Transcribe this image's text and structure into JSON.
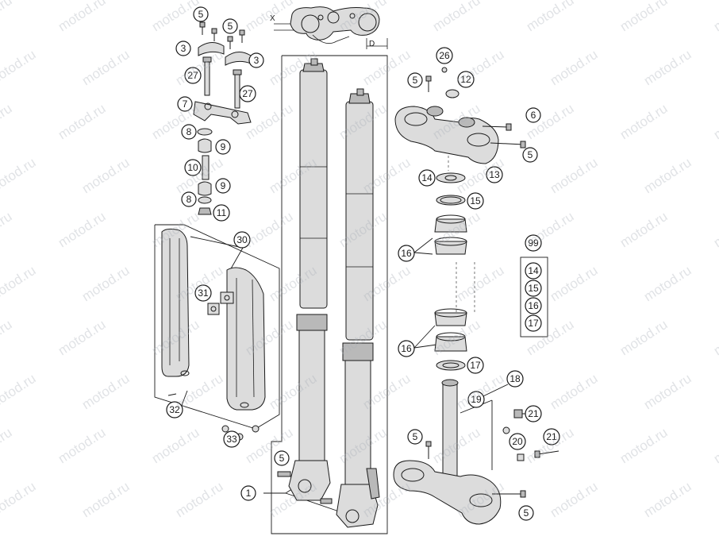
{
  "watermark": "motod.ru",
  "dimension_labels": {
    "x": "X",
    "d": "D"
  },
  "callouts": [
    {
      "id": "c5a",
      "label": "5"
    },
    {
      "id": "c5b",
      "label": "5"
    },
    {
      "id": "c3a",
      "label": "3"
    },
    {
      "id": "c3b",
      "label": "3"
    },
    {
      "id": "c27a",
      "label": "27"
    },
    {
      "id": "c27b",
      "label": "27"
    },
    {
      "id": "c7",
      "label": "7"
    },
    {
      "id": "c8a",
      "label": "8"
    },
    {
      "id": "c9a",
      "label": "9"
    },
    {
      "id": "c10",
      "label": "10"
    },
    {
      "id": "c8b",
      "label": "8"
    },
    {
      "id": "c9b",
      "label": "9"
    },
    {
      "id": "c11",
      "label": "11"
    },
    {
      "id": "c30",
      "label": "30"
    },
    {
      "id": "c31",
      "label": "31"
    },
    {
      "id": "c32",
      "label": "32"
    },
    {
      "id": "c33",
      "label": "33"
    },
    {
      "id": "c1",
      "label": "1"
    },
    {
      "id": "c5c",
      "label": "5"
    },
    {
      "id": "c26",
      "label": "26"
    },
    {
      "id": "c5d",
      "label": "5"
    },
    {
      "id": "c12",
      "label": "12"
    },
    {
      "id": "c6",
      "label": "6"
    },
    {
      "id": "c5e",
      "label": "5"
    },
    {
      "id": "c14a",
      "label": "14"
    },
    {
      "id": "c13",
      "label": "13"
    },
    {
      "id": "c15a",
      "label": "15"
    },
    {
      "id": "c16a",
      "label": "16"
    },
    {
      "id": "c99",
      "label": "99"
    },
    {
      "id": "c14b",
      "label": "14"
    },
    {
      "id": "c15b",
      "label": "15"
    },
    {
      "id": "c16b",
      "label": "16"
    },
    {
      "id": "c17a",
      "label": "17"
    },
    {
      "id": "c16c",
      "label": "16"
    },
    {
      "id": "c17b",
      "label": "17"
    },
    {
      "id": "c18",
      "label": "18"
    },
    {
      "id": "c19",
      "label": "19"
    },
    {
      "id": "c21a",
      "label": "21"
    },
    {
      "id": "c20",
      "label": "20"
    },
    {
      "id": "c21b",
      "label": "21"
    },
    {
      "id": "c5f",
      "label": "5"
    },
    {
      "id": "c5g",
      "label": "5"
    }
  ]
}
